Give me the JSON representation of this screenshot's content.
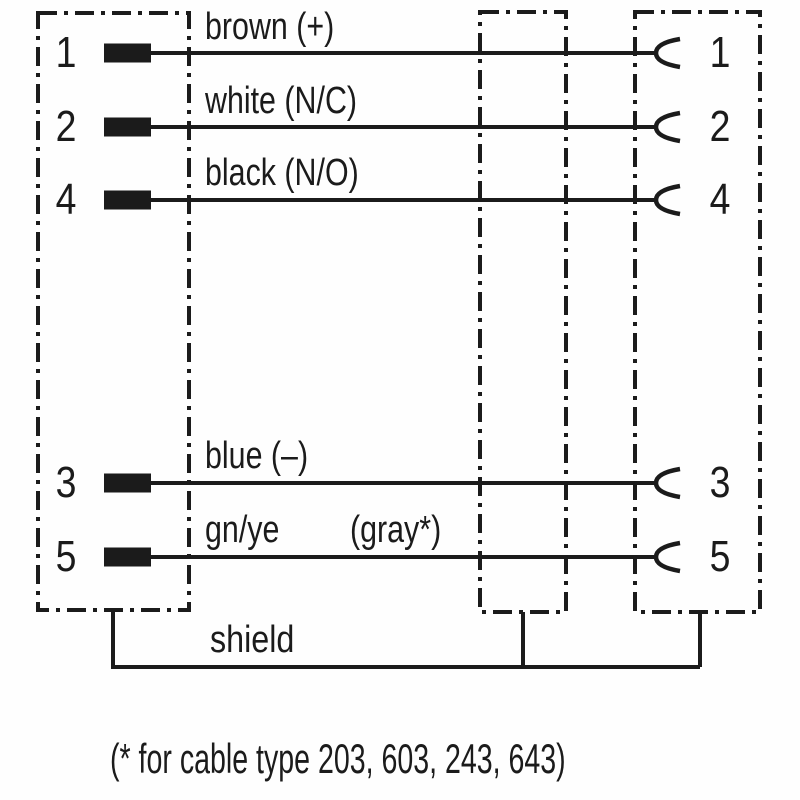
{
  "diagram": {
    "title_hint": "cable pin assignment wiring diagram",
    "rows": [
      {
        "left_pin": "1",
        "label": "brown (+)",
        "right_pin": "1"
      },
      {
        "left_pin": "2",
        "label": "white (N/C)",
        "right_pin": "2"
      },
      {
        "left_pin": "4",
        "label": "black (N/O)",
        "right_pin": "4"
      },
      {
        "left_pin": "3",
        "label": "blue (–)",
        "right_pin": "3"
      },
      {
        "left_pin": "5",
        "label": "gn/ye",
        "label_note": "(gray*)",
        "right_pin": "5"
      }
    ],
    "shield_label": "shield",
    "footnote": "(* for cable type 203, 603, 243, 643)",
    "colors": {
      "line": "#1b1b1b",
      "text": "#1b1b1b",
      "background": "#fefefe"
    }
  }
}
